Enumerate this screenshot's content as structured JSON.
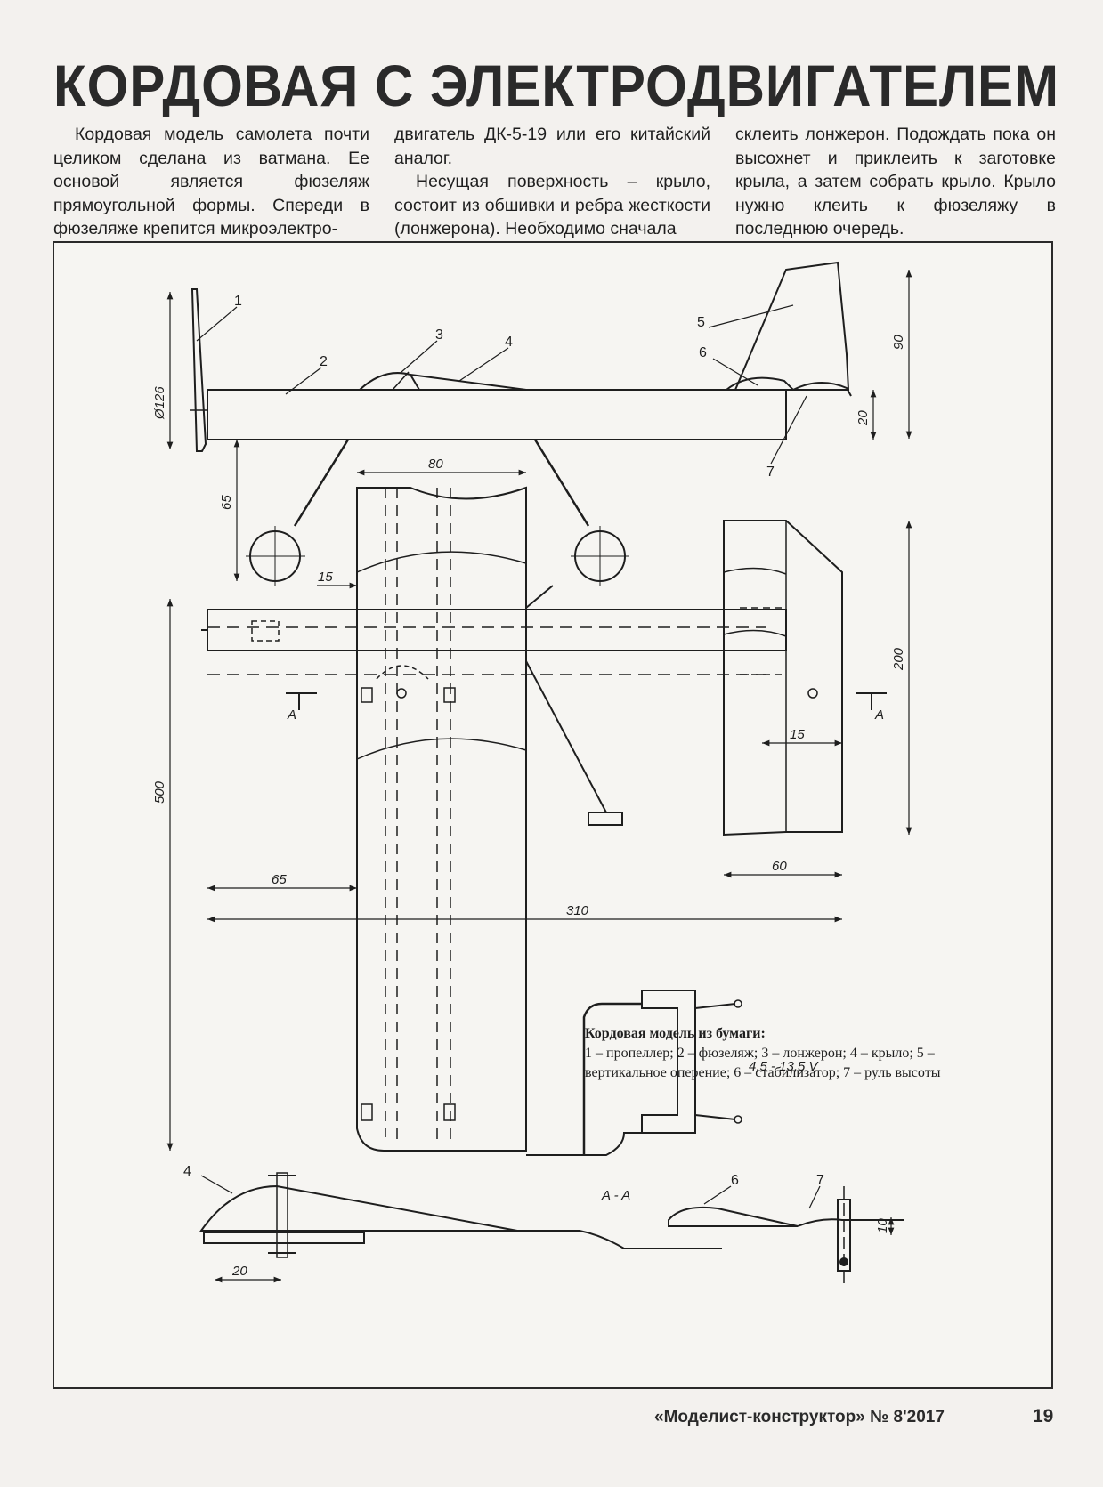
{
  "header": {
    "title": "КОРДОВАЯ С ЭЛЕКТРОДВИГАТЕЛЕМ"
  },
  "article": {
    "col1": "Кордовая модель самолета почти целиком сделана из ватмана. Ее основой является фюзеляж прямоугольной формы. Спереди в фюзеляже крепится микроэлектро-",
    "col2_p1": "двигатель ДК-5-19 или его китайский аналог.",
    "col2_p2": "Несущая поверхность – крыло, состоит из обшивки и ребра жесткости (лонжерона). Необходимо сначала",
    "col3": "склеить лонжерон. Подождать пока он высохнет и приклеить к заготовке крыла, а затем собрать крыло. Крыло нужно клеить к фюзеляжу в последнюю очередь."
  },
  "drawing": {
    "part_numbers": [
      "1",
      "2",
      "3",
      "4",
      "5",
      "6",
      "7"
    ],
    "dimensions": {
      "d_propeller": "Ø126",
      "d_fin_height": "90",
      "d_fuselage_height": "20",
      "d_wing_chord": "80",
      "d_gear_height": "65",
      "d_15_top": "15",
      "d_stab_span": "200",
      "d_15_right": "15",
      "d_stab_chord": "60",
      "d_span": "500",
      "d_65_bottom": "65",
      "d_length": "310",
      "d_20": "20",
      "d_10": "10"
    },
    "section_marks": {
      "a_left": "A",
      "a_right": "A",
      "section_label": "A - A"
    },
    "voltage": "4,5 - 13,5 V",
    "caption_title": "Кордовая модель из бумаги:",
    "caption_body": "1 – пропеллер; 2 – фюзеляж; 3 – лонжерон; 4 – крыло; 5 – вертикальное оперение; 6 – стабилизатор; 7 – руль высоты"
  },
  "footer": {
    "magazine": "«Моделист-конструктор» № 8'2017",
    "page_number": "19"
  }
}
